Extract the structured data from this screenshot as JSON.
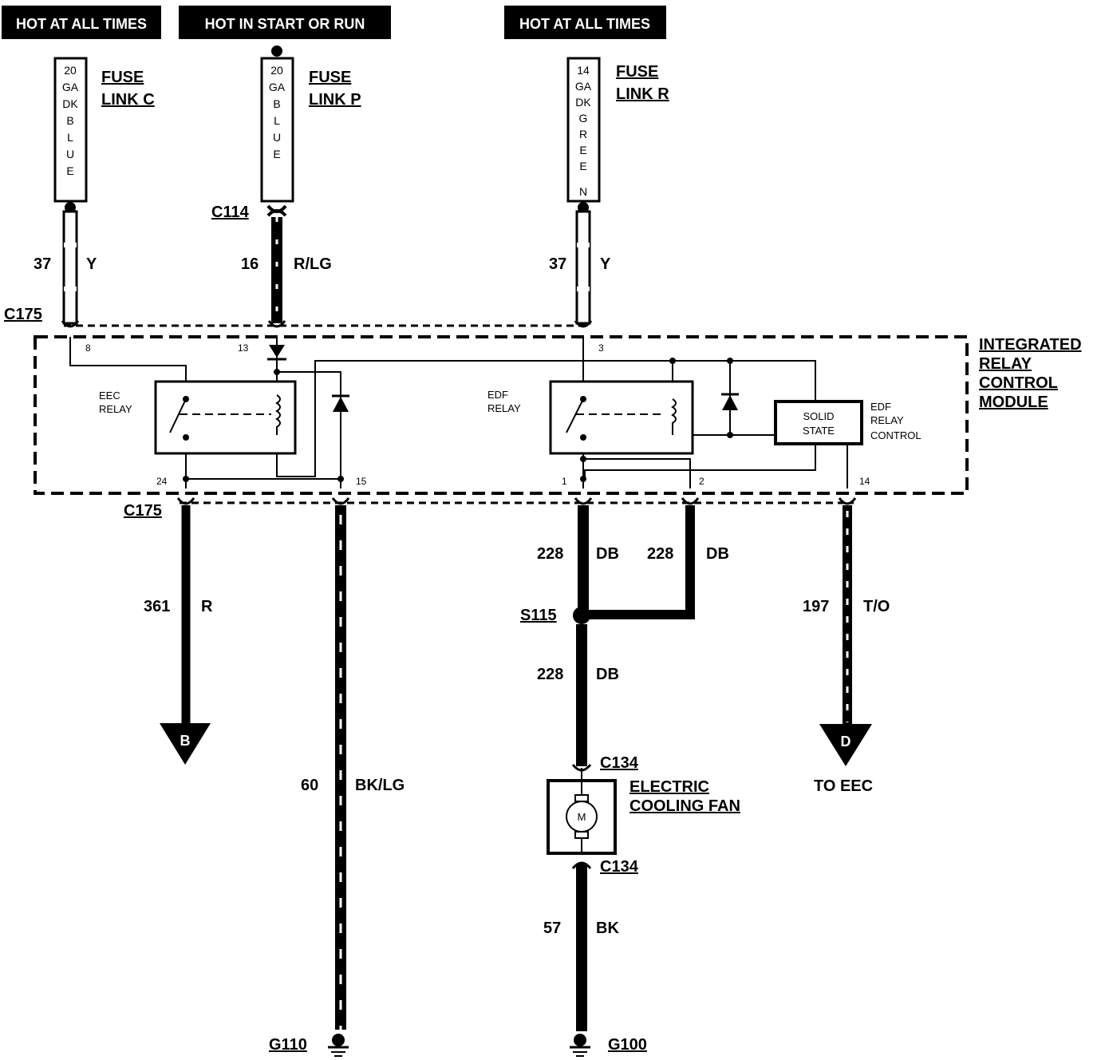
{
  "headers": [
    "HOT AT ALL TIMES",
    "HOT IN  START OR RUN",
    "HOT AT ALL TIMES"
  ],
  "fuses": [
    {
      "gauge": [
        "20",
        "GA",
        "DK",
        "B",
        "L",
        "U",
        "E"
      ],
      "label1": "FUSE",
      "label2": "LINK C"
    },
    {
      "gauge": [
        "20",
        "GA",
        "B",
        "L",
        "U",
        "E"
      ],
      "label1": "FUSE",
      "label2": "LINK P"
    },
    {
      "gauge": [
        "14",
        "GA",
        "DK",
        "G",
        "R",
        "E",
        "E",
        "N"
      ],
      "label1": "FUSE",
      "label2": "LINK R"
    }
  ],
  "connectors": {
    "c114": "C114",
    "c175_top": "C175",
    "c175_bottom": "C175",
    "c134_top": "C134",
    "c134_bottom": "C134",
    "s115": "S115",
    "g110": "G110",
    "g100": "G100"
  },
  "wires": {
    "w1": {
      "circuit": "37",
      "color": "Y"
    },
    "w2": {
      "circuit": "16",
      "color": "R/LG"
    },
    "w3": {
      "circuit": "37",
      "color": "Y"
    },
    "w4": {
      "circuit": "361",
      "color": "R"
    },
    "w5": {
      "circuit": "60",
      "color": "BK/LG"
    },
    "w6": {
      "circuit": "228",
      "color": "DB"
    },
    "w7": {
      "circuit": "228",
      "color": "DB"
    },
    "w8": {
      "circuit": "228",
      "color": "DB"
    },
    "w9": {
      "circuit": "57",
      "color": "BK"
    },
    "w10": {
      "circuit": "197",
      "color": "T/O"
    }
  },
  "module": {
    "title": [
      "INTEGRATED",
      "RELAY",
      "CONTROL",
      "MODULE"
    ]
  },
  "relays": {
    "eec": [
      "EEC",
      "RELAY"
    ],
    "edf": [
      "EDF",
      "RELAY"
    ],
    "solid_state": [
      "SOLID",
      "STATE"
    ],
    "edf_control": [
      "EDF",
      "RELAY",
      "CONTROL"
    ]
  },
  "pins": {
    "p8": "8",
    "p13": "13",
    "p3": "3",
    "p24": "24",
    "p15": "15",
    "p1": "1",
    "p2": "2",
    "p14": "14"
  },
  "arrows": {
    "b": "B",
    "d": "D"
  },
  "to_eec": "TO EEC",
  "fan": {
    "line1": "ELECTRIC",
    "line2": "COOLING FAN",
    "motor": "M"
  }
}
